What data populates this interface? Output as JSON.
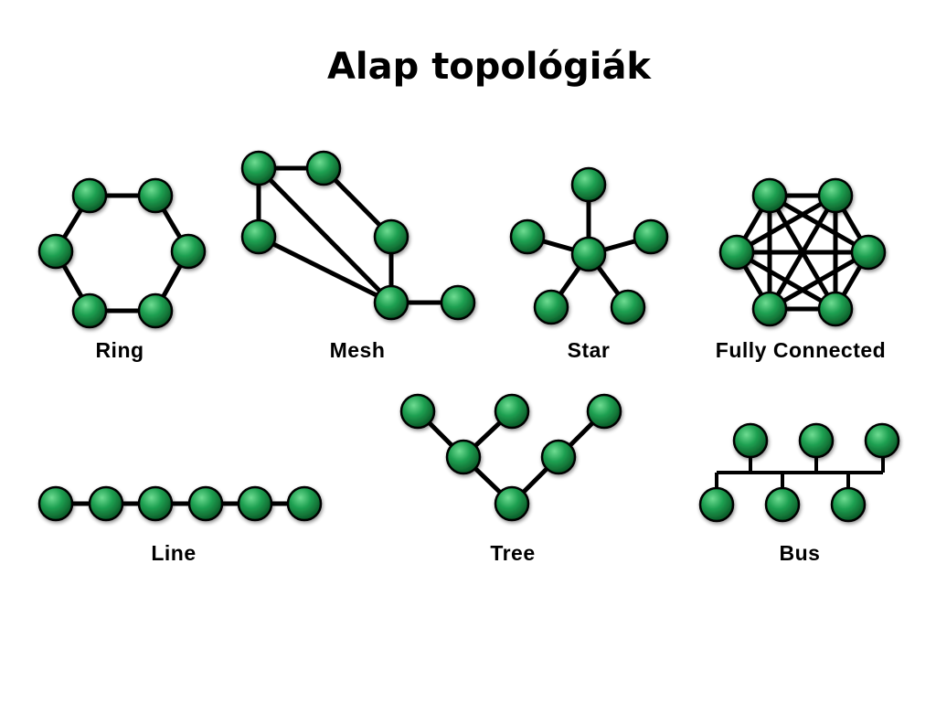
{
  "title": "Alap topológiák",
  "topologies": {
    "ring": "Ring",
    "mesh": "Mesh",
    "star": "Star",
    "full": "Fully Connected",
    "line": "Line",
    "tree": "Tree",
    "bus": "Bus"
  },
  "colors": {
    "node_fill": "#1a9a4a",
    "node_highlight": "#5fd083",
    "node_dark": "#0b5a27",
    "edge": "#000000"
  }
}
